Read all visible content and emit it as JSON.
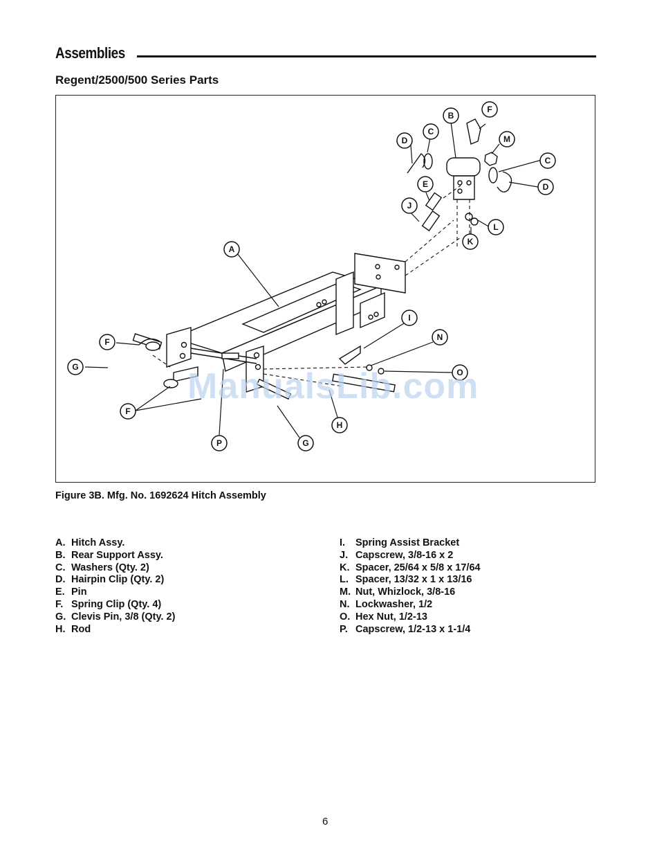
{
  "header": {
    "section_title": "Assemblies",
    "subtitle": "Regent/2500/500 Series Parts"
  },
  "figure": {
    "caption": "Figure 3B. Mfg. No. 1692624  Hitch Assembly",
    "callout_labels": [
      "A",
      "B",
      "C",
      "C",
      "D",
      "D",
      "E",
      "F",
      "F",
      "F",
      "G",
      "G",
      "H",
      "I",
      "J",
      "K",
      "L",
      "M",
      "N",
      "O",
      "P"
    ],
    "watermark": "ManualsLib.com"
  },
  "parts_list": {
    "left": [
      {
        "letter": "A.",
        "desc": "Hitch Assy."
      },
      {
        "letter": "B.",
        "desc": "Rear Support Assy."
      },
      {
        "letter": "C.",
        "desc": "Washers (Qty. 2)"
      },
      {
        "letter": "D.",
        "desc": "Hairpin Clip (Qty. 2)"
      },
      {
        "letter": "E.",
        "desc": "Pin"
      },
      {
        "letter": "F.",
        "desc": "Spring Clip (Qty. 4)"
      },
      {
        "letter": "G.",
        "desc": "Clevis Pin, 3/8 (Qty. 2)"
      },
      {
        "letter": "H.",
        "desc": "Rod"
      }
    ],
    "right": [
      {
        "letter": "I.",
        "desc": "Spring Assist Bracket"
      },
      {
        "letter": "J.",
        "desc": "Capscrew, 3/8-16 x 2"
      },
      {
        "letter": "K.",
        "desc": "Spacer, 25/64 x 5/8 x 17/64"
      },
      {
        "letter": "L.",
        "desc": "Spacer, 13/32 x 1 x 13/16"
      },
      {
        "letter": "M.",
        "desc": "Nut, Whizlock, 3/8-16"
      },
      {
        "letter": "N.",
        "desc": "Lockwasher, 1/2"
      },
      {
        "letter": "O.",
        "desc": "Hex Nut, 1/2-13"
      },
      {
        "letter": "P.",
        "desc": "Capscrew, 1/2-13 x 1-1/4"
      }
    ]
  },
  "footer": {
    "page_number": "6"
  }
}
